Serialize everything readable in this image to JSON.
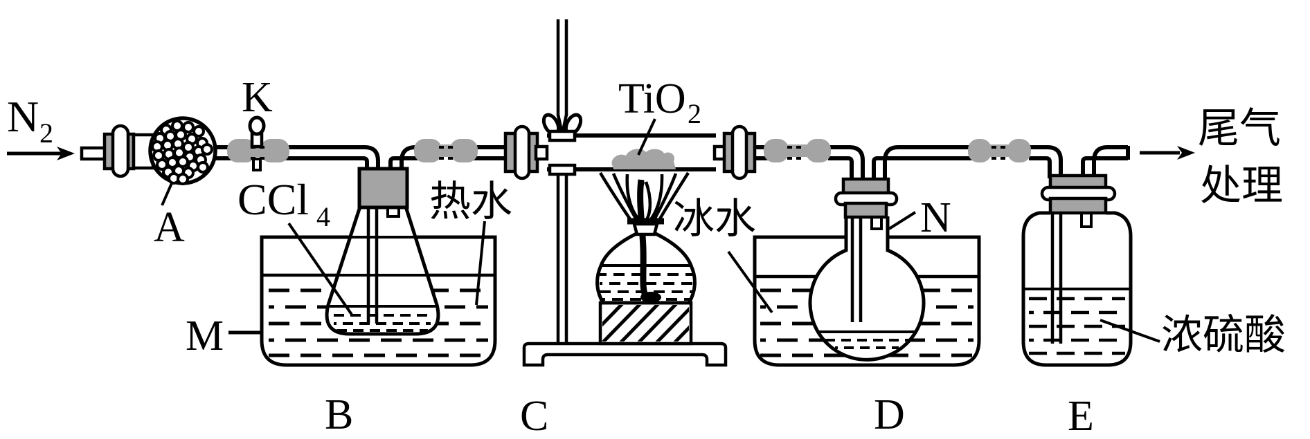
{
  "diagram": {
    "type": "chemistry-apparatus-gas-line",
    "colors": {
      "line": "#000000",
      "rubber_gray": "#a4a4a4",
      "background": "#ffffff"
    },
    "labels": {
      "n2_base": "N",
      "n2_sub": "2",
      "valve_k": "K",
      "bulb_a": "A",
      "ccl4_base": "CCl",
      "ccl4_sub": "4",
      "hot_water": "热水",
      "bath_m": "M",
      "flask_b": "B",
      "tio2_base": "TiO",
      "tio2_sub": "2",
      "stand_c": "C",
      "ice_water": "冰水",
      "flask_n": "N",
      "bath_d": "D",
      "bottle_e": "E",
      "conc_sulfuric_acid": "浓硫酸",
      "tail_gas_line1": "尾气",
      "tail_gas_line2": "处理"
    }
  }
}
